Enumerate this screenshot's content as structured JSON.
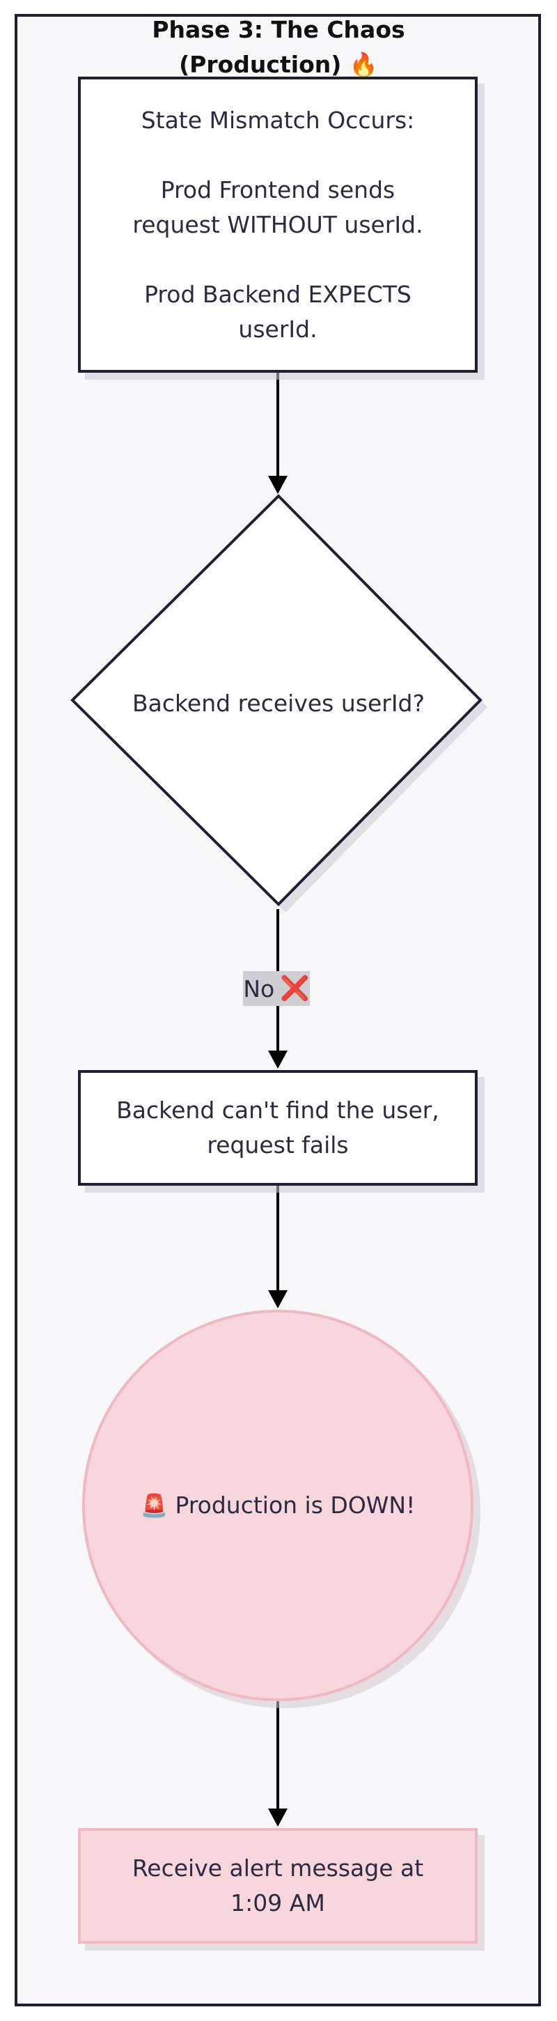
{
  "phase": {
    "title_line1": "Phase 3: The Chaos",
    "title_line2": "(Production) 🔥"
  },
  "nodes": {
    "state_mismatch": {
      "line1": "State Mismatch Occurs:",
      "line2": "Prod Frontend sends",
      "line3": "request WITHOUT userId.",
      "line4": "Prod Backend EXPECTS",
      "line5": "userId."
    },
    "decision": {
      "label": "Backend receives userId?"
    },
    "request_fails": {
      "line1": "Backend can't find the user,",
      "line2": "request fails"
    },
    "production_down": {
      "icon": "🚨",
      "label": "Production is DOWN!"
    },
    "alert": {
      "line1": "Receive alert message at",
      "line2": "1:09 AM"
    }
  },
  "edges": {
    "no_label": "No",
    "no_icon": "❌"
  },
  "colors": {
    "border": "#1f1f33",
    "background": "#f8f8fa",
    "danger_fill": "#f8d7dc",
    "danger_border": "#f0b8c2",
    "label_bg": "#cfcfd3",
    "x_mark": "#e0463c"
  }
}
